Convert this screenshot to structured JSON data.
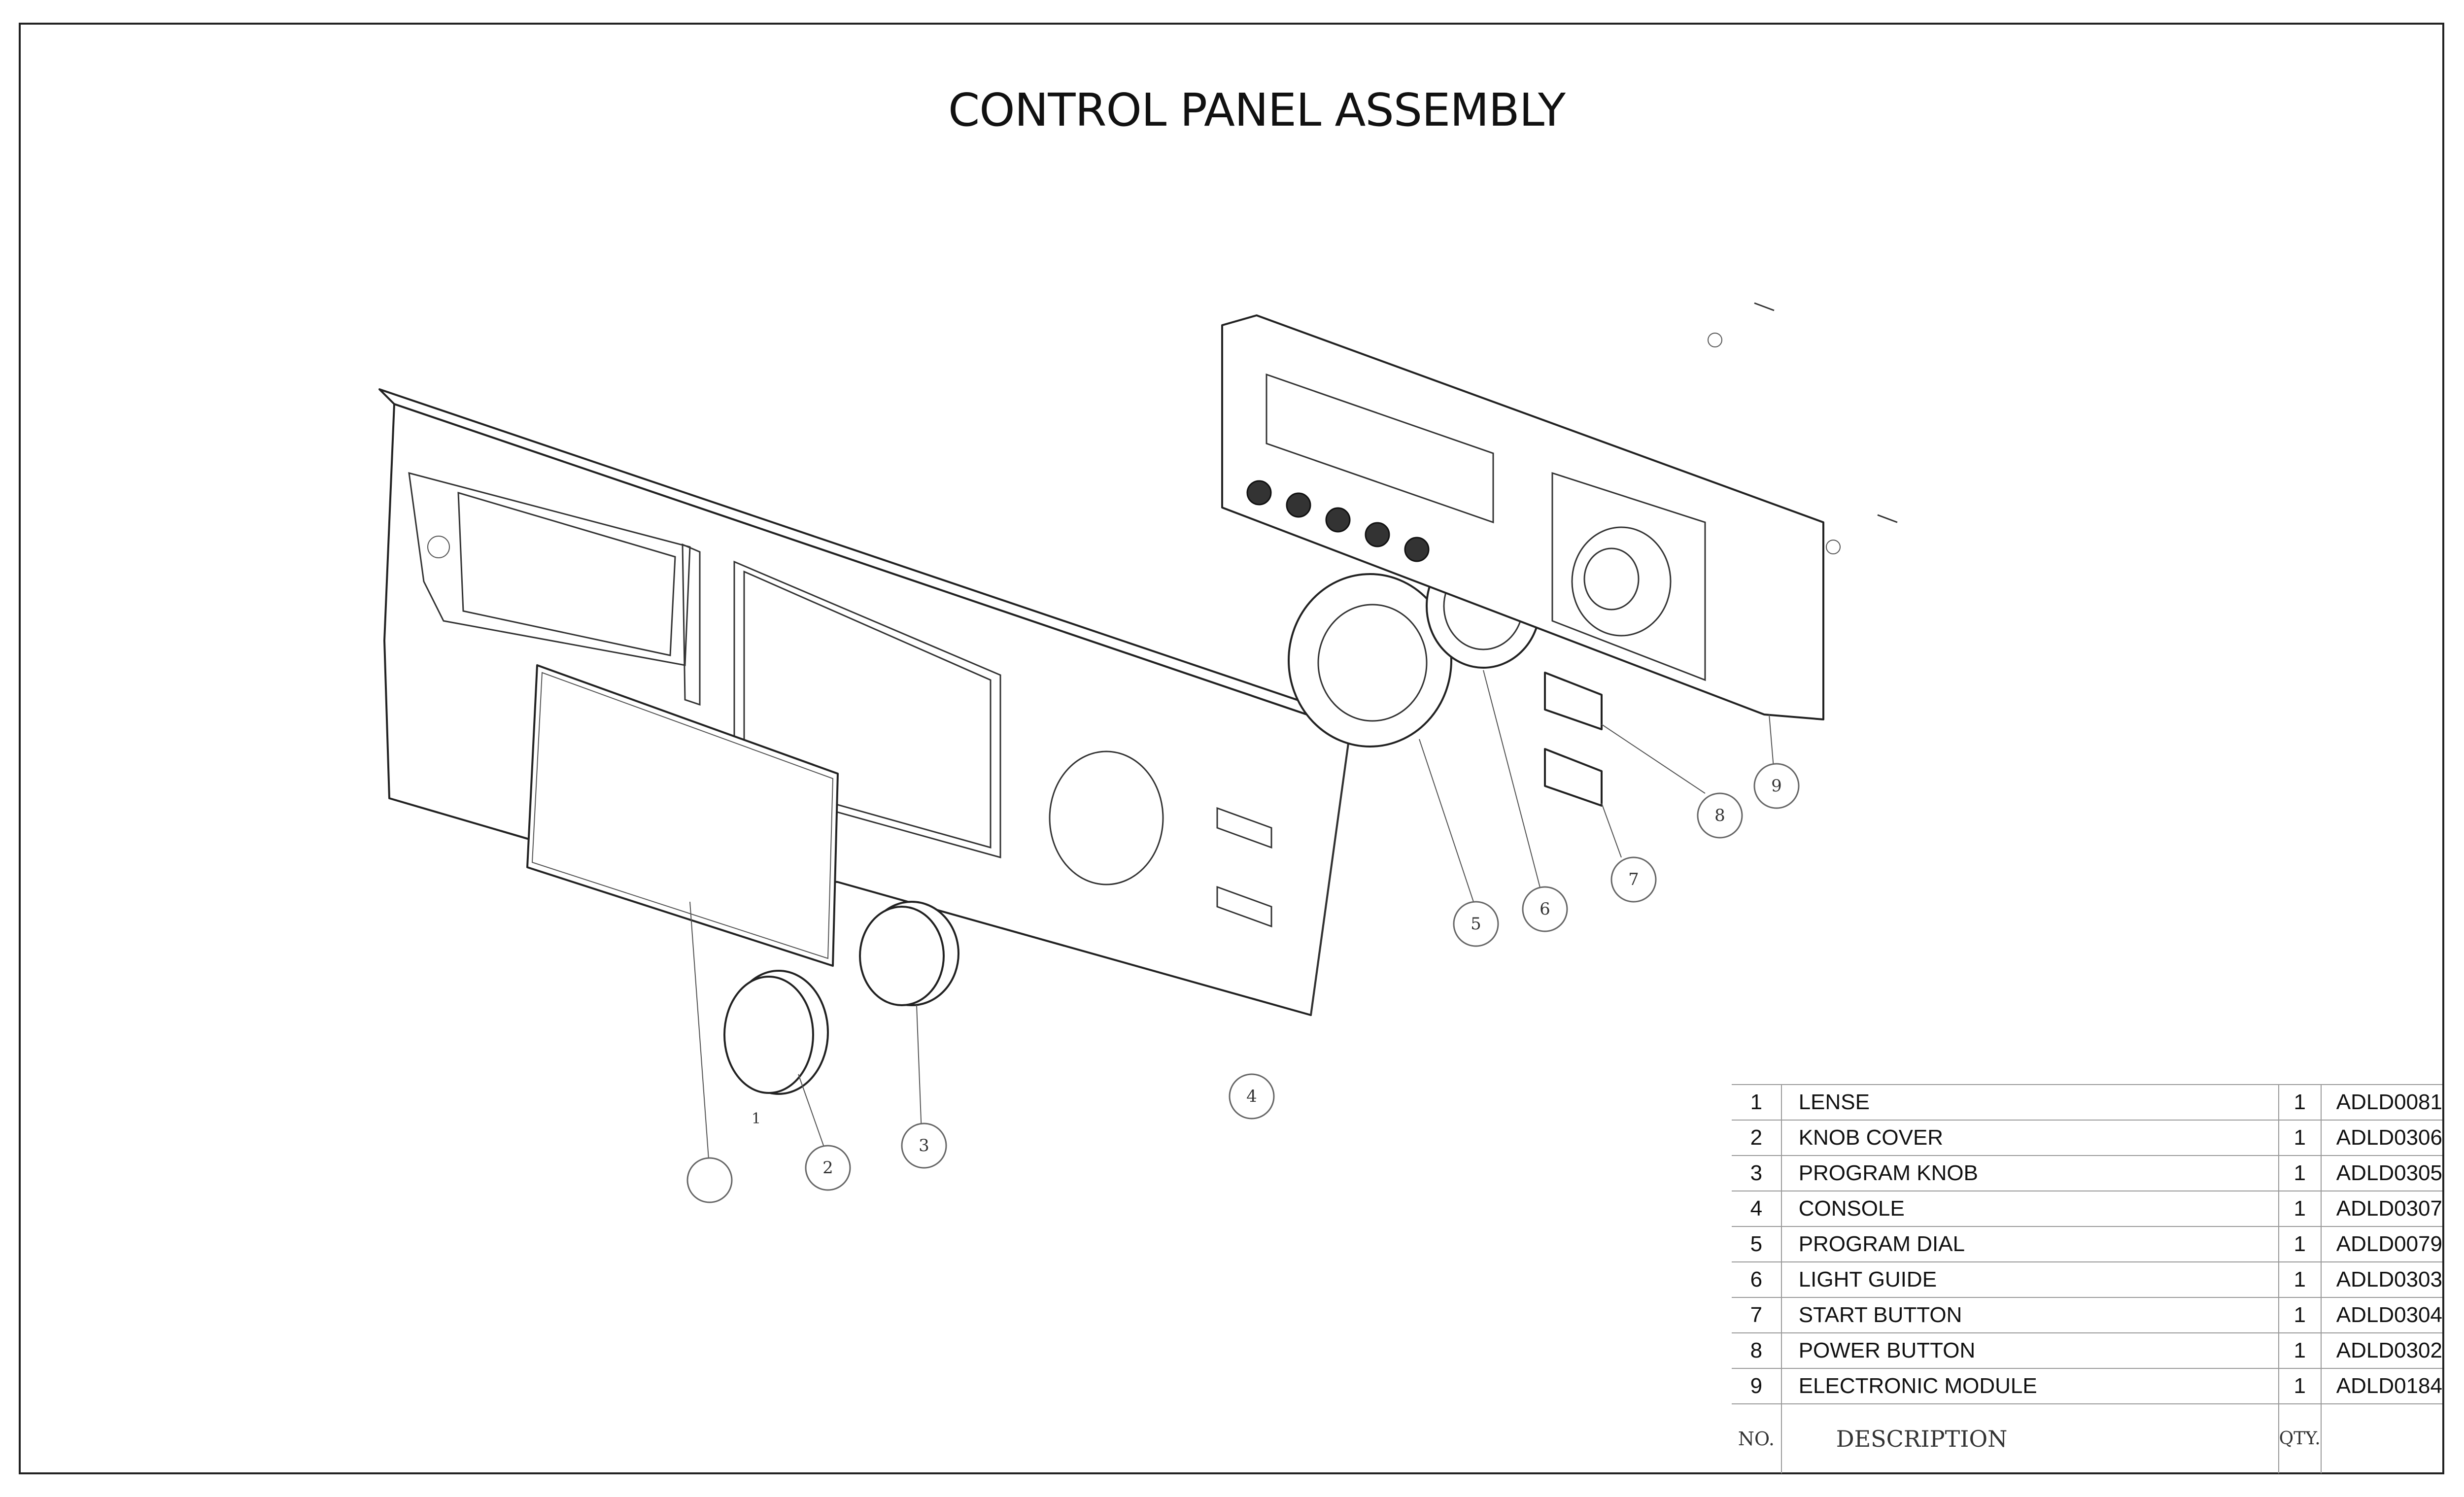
{
  "title": "CONTROL PANEL ASSEMBLY",
  "parts_table": {
    "header": {
      "no": "NO.",
      "description": "DESCRIPTION",
      "qty": "QTY."
    },
    "rows": [
      {
        "no": "1",
        "description": "LENSE",
        "qty": "1",
        "code": "ADLD0081"
      },
      {
        "no": "2",
        "description": "KNOB COVER",
        "qty": "1",
        "code": "ADLD0306"
      },
      {
        "no": "3",
        "description": "PROGRAM KNOB",
        "qty": "1",
        "code": "ADLD0305"
      },
      {
        "no": "4",
        "description": "CONSOLE",
        "qty": "1",
        "code": "ADLD0307"
      },
      {
        "no": "5",
        "description": "PROGRAM DIAL",
        "qty": "1",
        "code": "ADLD0079"
      },
      {
        "no": "6",
        "description": "LIGHT GUIDE",
        "qty": "1",
        "code": "ADLD0303"
      },
      {
        "no": "7",
        "description": "START BUTTON",
        "qty": "1",
        "code": "ADLD0304"
      },
      {
        "no": "8",
        "description": "POWER BUTTON",
        "qty": "1",
        "code": "ADLD0302"
      },
      {
        "no": "9",
        "description": "ELECTRONIC MODULE",
        "qty": "1",
        "code": "ADLD0184"
      }
    ]
  },
  "callouts": {
    "c1_loose": "1",
    "c1": "",
    "c2": "2",
    "c3": "3",
    "c4": "4",
    "c5": "5",
    "c6": "6",
    "c7": "7",
    "c8": "8",
    "c9": "9"
  }
}
